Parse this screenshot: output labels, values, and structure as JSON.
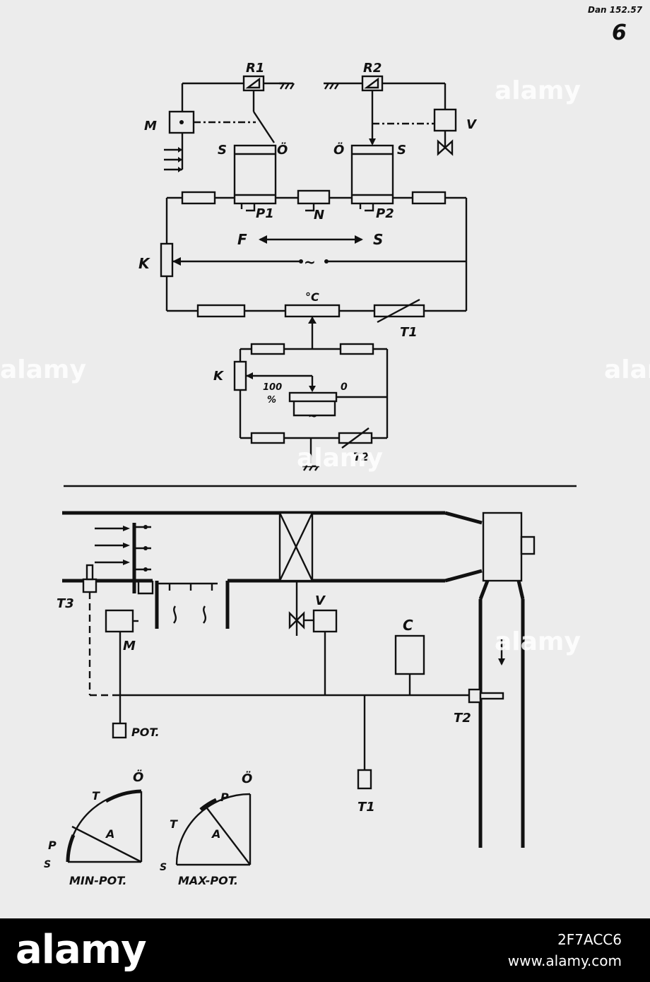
{
  "sheet": {
    "archive_ref": "Dan 152.57",
    "page_number": "6"
  },
  "upper_circuit": {
    "relay_left": "R1",
    "relay_right": "R2",
    "motor": "M",
    "valve": "V",
    "switch_left_s": "S",
    "switch_left_o": "Ö",
    "switch_right_o": "Ö",
    "switch_right_s": "S",
    "pot_p1": "P1",
    "pot_n": "N",
    "pot_p2": "P2",
    "arrow_left": "F",
    "arrow_right": "S",
    "slider_k": "K",
    "ac_symbol": "~",
    "celsius": "°C",
    "thermistor_t1": "T1"
  },
  "setpoint_circuit": {
    "slider_k": "K",
    "percent_100": "100",
    "percent_sign": "%",
    "zero": "0",
    "ac_symbol": "~",
    "thermistor_t2": "T2"
  },
  "plant": {
    "sensor_t3": "T3",
    "motor": "M",
    "valve": "V",
    "controller": "C",
    "sensor_t2": "T2",
    "sensor_t1": "T1",
    "pot": "POT."
  },
  "min_pot_chart": {
    "top": "Ö",
    "t": "T",
    "a": "A",
    "p": "P",
    "s": "S",
    "caption": "MIN-POT."
  },
  "max_pot_chart": {
    "top": "Ö",
    "p": "P",
    "t": "T",
    "a": "A",
    "s": "S",
    "caption": "MAX-POT."
  },
  "watermark": {
    "text": "alamy"
  },
  "footer": {
    "logo": "alamy",
    "image_id": "2F7ACC6",
    "url": "www.alamy.com"
  }
}
